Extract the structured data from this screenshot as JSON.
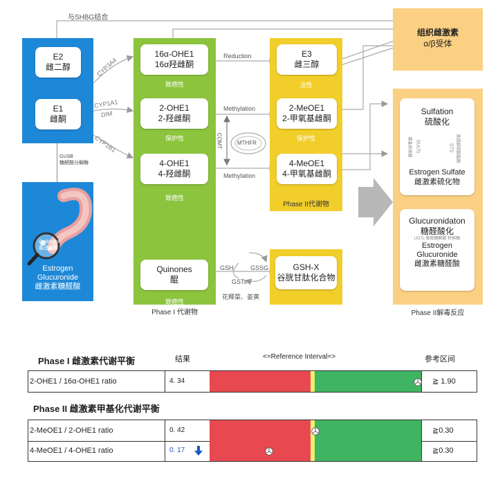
{
  "diagram": {
    "top_label": "与SHBG结合",
    "left_panel": {
      "e2": {
        "name": "E2",
        "cn": "雌二醇"
      },
      "e1": {
        "name": "E1",
        "cn": "雌酮"
      },
      "gusb": {
        "line1": "GUSB",
        "line2": "糖醛酸分解酶"
      },
      "dysbiosis": {
        "line1": "Dysbiosis",
        "line2": "菌丛失衡"
      },
      "conj": {
        "line1": "Estrogen",
        "line2": "Glucuronide",
        "line3": "雌激素糖醛酸"
      }
    },
    "enzymes": {
      "cyp3a4": "CYP3A4",
      "cyp1a1": "CYP1A1",
      "dim": "DIM",
      "cyp1b1": "CYP1B1"
    },
    "phase1": {
      "oh16": {
        "name": "16α-OHE1",
        "cn": "16α羟雌酮",
        "note": "致癌性"
      },
      "oh2": {
        "name": "2-OHE1",
        "cn": "2-羟雌酮",
        "note": "保护性"
      },
      "oh4": {
        "name": "4-OHE1",
        "cn": "4-羟雌酮",
        "note": "致癌性"
      },
      "quinones": {
        "name": "Quinones",
        "cn": "醌",
        "note": "致癌性"
      },
      "caption": "Phase I 代谢物"
    },
    "reactions": {
      "reduction": "Reduction",
      "methylation1": "Methylation",
      "methylation2": "Methylation",
      "comt": "COMT",
      "mthfr": "MTHFR"
    },
    "phase2": {
      "e3": {
        "name": "E3",
        "cn": "雌三醇",
        "note": "活性"
      },
      "meo2": {
        "name": "2-MeOE1",
        "cn": "2-甲氧基雌酮",
        "note": "保护性"
      },
      "meo4": {
        "name": "4-MeOE1",
        "cn": "4-甲氧基雌酮"
      },
      "caption": "Phase II代谢物"
    },
    "gsh": {
      "gsh": "GSH",
      "gssg": "GSSG",
      "gsts": "GSTs",
      "veg": "花椰菜、姜黄",
      "box_name": "GSH-X",
      "box_cn": "谷胱甘肽化合物"
    },
    "receptor": {
      "title": "组织雌激素",
      "sub": "α/β受体"
    },
    "detox": {
      "sulfation": {
        "en": "Sulfation",
        "cn": "硫酸化"
      },
      "sult": "SULTs",
      "sult_cn": "磺基转移酶",
      "sts": "STS",
      "sts_cn": "类固醇硫酸酯酶",
      "sulfate": {
        "en": "Estrogen Sulfate",
        "cn": "雌激素硫化物"
      },
      "gluc": {
        "en": "Glucuronidaton",
        "cn": "糖醛酸化"
      },
      "ugts": "UGTs",
      "ugts_cn1": "葡萄糖醛酸",
      "ugts_cn2": "转移酶",
      "gluc_prod": {
        "line1": "Estrogen",
        "line2": "Glucuronide",
        "line3": "雌激素糖醛酸"
      },
      "caption": "Phase II解毒反应"
    }
  },
  "table": {
    "section1_title": "Phase I 雌激素代谢平衡",
    "col_result": "结果",
    "col_ref": "<=Reference Interval=>",
    "col_range": "参考区间",
    "section2_title": "Phase II 雌激素甲基化代谢平衡",
    "rows": [
      {
        "label": "2-OHE1 / 16α-OHE1 ratio",
        "result": "4. 34",
        "range": "≧ 1.90",
        "marker": 0.985,
        "flag": ""
      },
      {
        "label": "2-MeOE1 / 2-OHE1 ratio",
        "result": "0. 42",
        "range": "≧0.30",
        "marker": 0.5,
        "flag": ""
      },
      {
        "label": "4-MeOE1 / 4-OHE1 ratio",
        "result": "0. 17",
        "range": "≧0.30",
        "marker": 0.28,
        "flag": "low"
      }
    ]
  },
  "colors": {
    "blue": "#1e88d8",
    "green": "#8cc43e",
    "yellow": "#f2ce2a",
    "orange": "#fcd083",
    "red": "#e8484f",
    "bar_green": "#3fb462",
    "arrow_blue": "#1a56c7"
  }
}
